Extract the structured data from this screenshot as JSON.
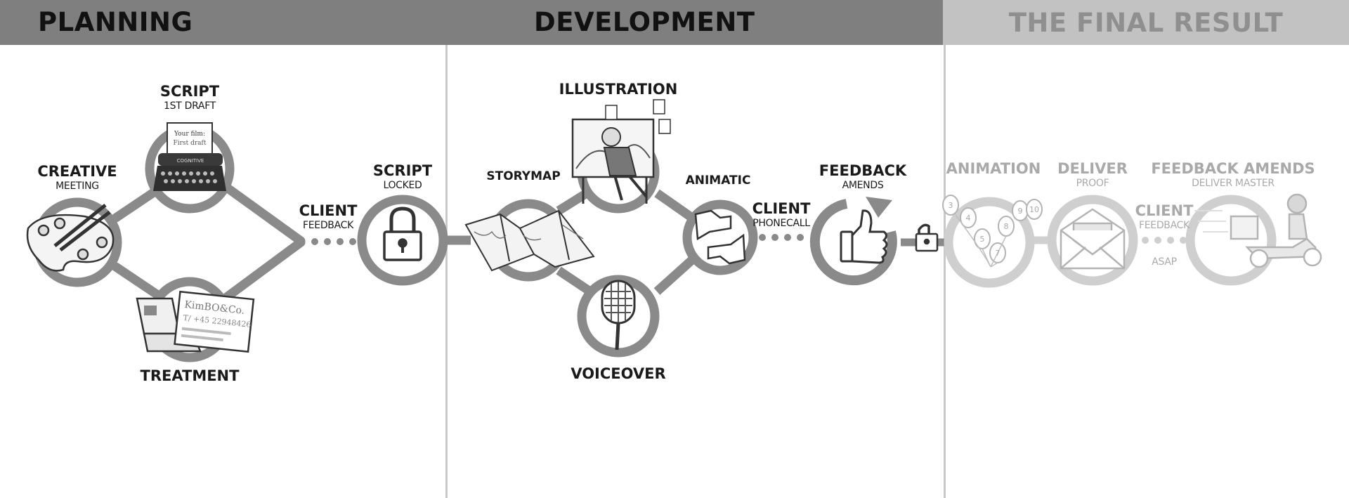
{
  "header": {
    "planning": "PLANNING",
    "development": "DEVELOPMENT",
    "final": "THE FINAL RESULT"
  },
  "stages": {
    "creative": {
      "title": "CREATIVE",
      "sub": "MEETING"
    },
    "script_draft": {
      "title": "SCRIPT",
      "sub": "1ST DRAFT"
    },
    "treatment": {
      "title": "TREATMENT"
    },
    "client_feedback": {
      "title": "CLIENT",
      "sub": "FEEDBACK"
    },
    "script_locked": {
      "title": "SCRIPT",
      "sub": "LOCKED"
    },
    "illustration": {
      "title": "ILLUSTRATION"
    },
    "storymap": {
      "title": "STORYMAP"
    },
    "animatic": {
      "title": "ANIMATIC"
    },
    "voiceover": {
      "title": "VOICEOVER"
    },
    "client_phonecall": {
      "title": "CLIENT",
      "sub": "PHONECALL"
    },
    "feedback_amends": {
      "title": "FEEDBACK",
      "sub": "AMENDS"
    },
    "animation": {
      "title": "ANIMATION"
    },
    "deliver_proof": {
      "title": "DELIVER",
      "sub": "PROOF"
    },
    "client_feedback_final": {
      "title": "CLIENT",
      "sub": "FEEDBACK",
      "note": "ASAP"
    },
    "feedback_amends_final": {
      "title": "FEEDBACK AMENDS",
      "sub": "DELIVER MASTER"
    }
  },
  "artwork": {
    "typewriter_paper_line1": "Your film:",
    "typewriter_paper_line2": "First draft",
    "typewriter_brand": "COGNITIVE",
    "card_name": "KimBO&Co.",
    "card_phone": "T/ +45 22948426",
    "animation_numbers": [
      "3",
      "4",
      "5",
      "7",
      "8",
      "9",
      "10"
    ]
  },
  "colors": {
    "header_dark": "#7f7f7f",
    "header_light": "#c2c2c2",
    "ring_dark": "#8a8a8a",
    "ring_light": "#cfcfcf",
    "text_dark": "#1a1a1a",
    "text_faded": "#a9a9a9"
  }
}
